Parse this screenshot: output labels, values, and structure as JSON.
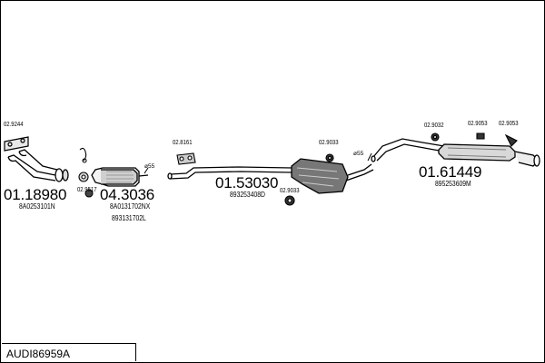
{
  "title": "AUDI86959A",
  "labels": {
    "clamp_front": "02.9244",
    "front_pipe_main": "01.18980",
    "front_pipe_sub": "8A0253101N",
    "clamp_cat_small": "02.9517",
    "catalyst_main": "04.3036",
    "catalyst_sub_1": "8A0131702NX",
    "catalyst_sub_2": "893131702L",
    "dim_front": "ø55",
    "hanger_mid": "02.8161",
    "mid_main": "01.53030",
    "mid_sub": "893253408D",
    "hanger_box": "02.9033",
    "ring_box": "02.9033",
    "dim_rear": "ø55",
    "hanger_rear_1": "02.9032",
    "hanger_rear_2": "02.9053",
    "hanger_rear_3": "02.9053",
    "rear_main": "01.61449",
    "rear_sub": "895253609M"
  }
}
